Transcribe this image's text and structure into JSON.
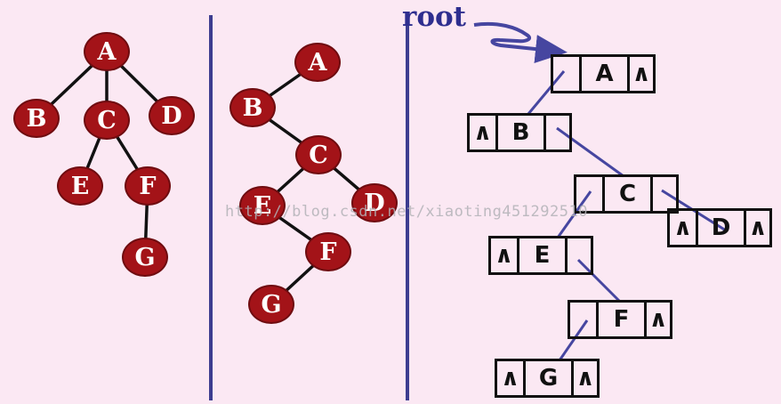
{
  "watermark": "http://blog.csdn.net/xiaoting451292510",
  "colors": {
    "background": "#fbe8f3",
    "node_fill": "#a31318",
    "node_border": "#6f0c10",
    "edge_black": "#111111",
    "accent_blue": "#3d3d90",
    "connector_blue": "#4646a0",
    "watermark_gray": "#b2b2b6"
  },
  "general_tree": {
    "nodes": [
      {
        "label": "A"
      },
      {
        "label": "B"
      },
      {
        "label": "C"
      },
      {
        "label": "D"
      },
      {
        "label": "E"
      },
      {
        "label": "F"
      },
      {
        "label": "G"
      }
    ],
    "edges": [
      [
        "A",
        "B"
      ],
      [
        "A",
        "C"
      ],
      [
        "A",
        "D"
      ],
      [
        "C",
        "E"
      ],
      [
        "C",
        "F"
      ],
      [
        "F",
        "G"
      ]
    ]
  },
  "binary_tree": {
    "nodes": [
      {
        "label": "A"
      },
      {
        "label": "B"
      },
      {
        "label": "C"
      },
      {
        "label": "D"
      },
      {
        "label": "E"
      },
      {
        "label": "F"
      },
      {
        "label": "G"
      }
    ],
    "edges": [
      [
        "A",
        "B"
      ],
      [
        "B",
        "C"
      ],
      [
        "C",
        "E"
      ],
      [
        "C",
        "D"
      ],
      [
        "E",
        "F"
      ],
      [
        "F",
        "G"
      ]
    ]
  },
  "linked_list": {
    "root_label": "root",
    "null_symbol": "∧",
    "nodes": [
      {
        "label": "A",
        "left": "pointer",
        "right": "null"
      },
      {
        "label": "B",
        "left": "null",
        "right": "pointer"
      },
      {
        "label": "C",
        "left": "pointer",
        "right": "pointer"
      },
      {
        "label": "D",
        "left": "null",
        "right": "null"
      },
      {
        "label": "E",
        "left": "null",
        "right": "pointer"
      },
      {
        "label": "F",
        "left": "pointer",
        "right": "null"
      },
      {
        "label": "G",
        "left": "null",
        "right": "null"
      }
    ],
    "pointers": [
      [
        "A",
        "child",
        "B"
      ],
      [
        "B",
        "sibling",
        "C"
      ],
      [
        "C",
        "child",
        "E"
      ],
      [
        "C",
        "sibling",
        "D"
      ],
      [
        "E",
        "sibling",
        "F"
      ],
      [
        "F",
        "child",
        "G"
      ]
    ]
  }
}
